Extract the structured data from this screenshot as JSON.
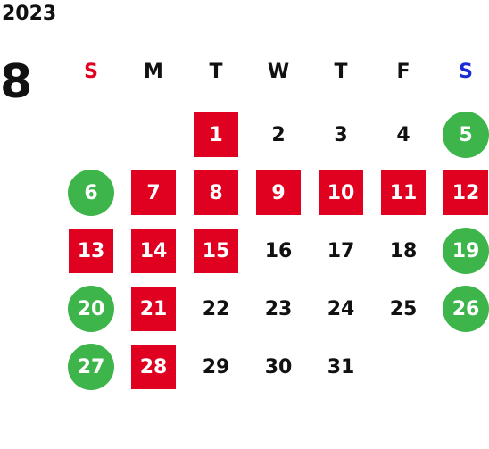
{
  "year": "2023",
  "month": "8",
  "weekday_headers": [
    {
      "label": "S",
      "color": "#e0001f"
    },
    {
      "label": "M",
      "color": "#111111"
    },
    {
      "label": "T",
      "color": "#111111"
    },
    {
      "label": "W",
      "color": "#111111"
    },
    {
      "label": "T",
      "color": "#111111"
    },
    {
      "label": "F",
      "color": "#111111"
    },
    {
      "label": "S",
      "color": "#1a2bd6"
    }
  ],
  "colors": {
    "red": "#e0001f",
    "green": "#3db54b",
    "saturday": "#1a2bd6",
    "sunday": "#e0001f"
  },
  "days": [
    {
      "label": "1",
      "style": "red"
    },
    {
      "label": "2",
      "style": "plain"
    },
    {
      "label": "3",
      "style": "plain"
    },
    {
      "label": "4",
      "style": "plain"
    },
    {
      "label": "5",
      "style": "green"
    },
    {
      "label": "6",
      "style": "green"
    },
    {
      "label": "7",
      "style": "red"
    },
    {
      "label": "8",
      "style": "red"
    },
    {
      "label": "9",
      "style": "red"
    },
    {
      "label": "10",
      "style": "red"
    },
    {
      "label": "11",
      "style": "red"
    },
    {
      "label": "12",
      "style": "red"
    },
    {
      "label": "13",
      "style": "red"
    },
    {
      "label": "14",
      "style": "red"
    },
    {
      "label": "15",
      "style": "red"
    },
    {
      "label": "16",
      "style": "plain"
    },
    {
      "label": "17",
      "style": "plain"
    },
    {
      "label": "18",
      "style": "plain"
    },
    {
      "label": "19",
      "style": "green"
    },
    {
      "label": "20",
      "style": "green"
    },
    {
      "label": "21",
      "style": "red"
    },
    {
      "label": "22",
      "style": "plain"
    },
    {
      "label": "23",
      "style": "plain"
    },
    {
      "label": "24",
      "style": "plain"
    },
    {
      "label": "25",
      "style": "plain"
    },
    {
      "label": "26",
      "style": "green"
    },
    {
      "label": "27",
      "style": "green"
    },
    {
      "label": "28",
      "style": "red"
    },
    {
      "label": "29",
      "style": "plain"
    },
    {
      "label": "30",
      "style": "plain"
    },
    {
      "label": "31",
      "style": "plain"
    }
  ]
}
